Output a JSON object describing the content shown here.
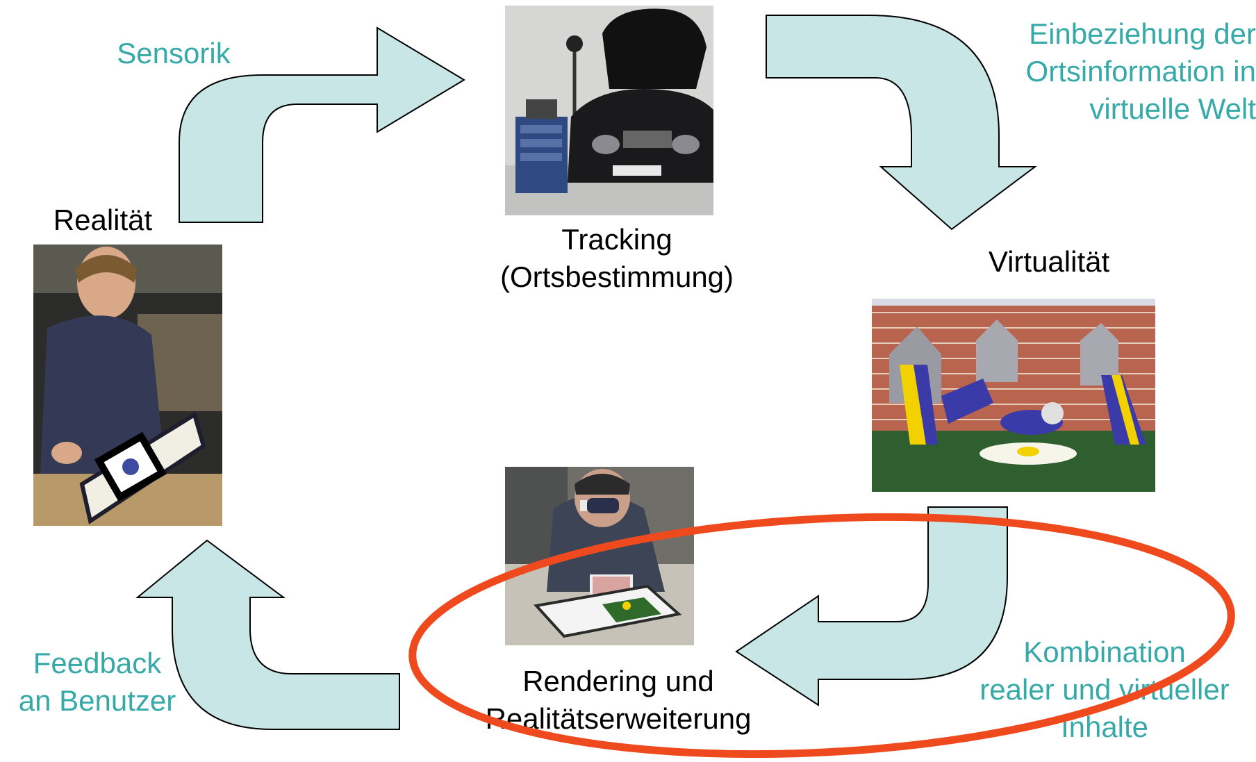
{
  "colors": {
    "arrow_fill": "#c8e6e6",
    "arrow_stroke": "#000000",
    "step_text": "#36a9a9",
    "node_text": "#000000",
    "highlight_ellipse": "#ef4a1e"
  },
  "nodes": {
    "realitaet": "Realität",
    "tracking": "Tracking\n(Ortsbestimmung)",
    "virtualitaet": "Virtualität",
    "rendering": "Rendering und\nRealitätserweiterung"
  },
  "steps": {
    "sensorik": "Sensorik",
    "einbeziehung": "Einbeziehung der\nOrtsinformation in\nvirtuelle Welt",
    "kombination": "Kombination\nrealer und virtueller\nInhalte",
    "feedback": "Feedback\nan Benutzer"
  },
  "photos": {
    "realitaet": "photo-person-with-book",
    "tracking": "photo-car-tracking",
    "virtualitaet": "photo-virtual-scene",
    "rendering": "photo-person-with-hmd"
  }
}
